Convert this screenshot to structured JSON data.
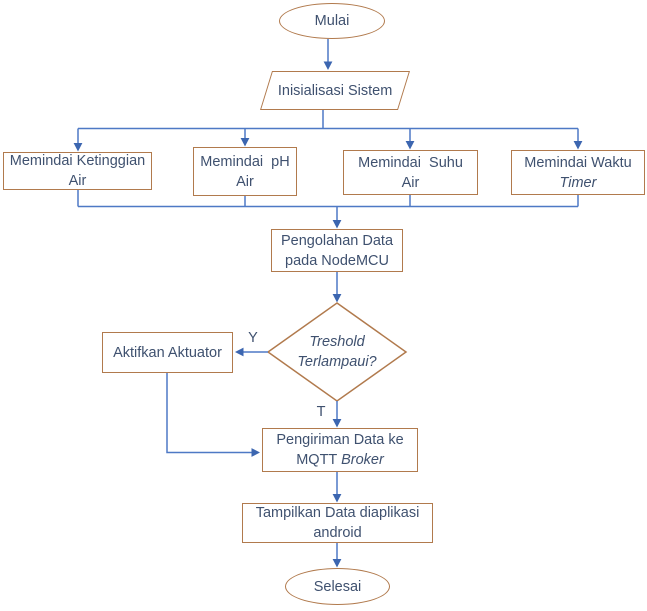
{
  "colors": {
    "shape_border": "#b17a4d",
    "connector": "#4e79c5",
    "arrowhead": "#3c66b0",
    "text": "#3f516f"
  },
  "nodes": {
    "start": {
      "label": "Mulai"
    },
    "init": {
      "label": "Inisialisasi Sistem"
    },
    "scan_level": {
      "line1": "Memindai Ketinggian",
      "line2": "Air"
    },
    "scan_ph": {
      "line1": "Memindai  pH",
      "line2": "Air"
    },
    "scan_temp": {
      "line1": "Memindai  Suhu",
      "line2": "Air"
    },
    "scan_timer": {
      "line1": "Memindai Waktu",
      "line2_italic": "Timer"
    },
    "process": {
      "line1": "Pengolahan Data",
      "line2": "pada NodeMCU"
    },
    "decision": {
      "line1": "Treshold",
      "line2": "Terlampaui?"
    },
    "actuator": {
      "label": "Aktifkan Aktuator"
    },
    "send": {
      "line1": "Pengiriman Data ke",
      "line2_prefix": "MQTT ",
      "line2_italic": "Broker"
    },
    "display": {
      "line1": "Tampilkan Data diaplikasi",
      "line2": "android"
    },
    "end": {
      "label": "Selesai"
    }
  },
  "edge_labels": {
    "yes": "Y",
    "true": "T"
  }
}
